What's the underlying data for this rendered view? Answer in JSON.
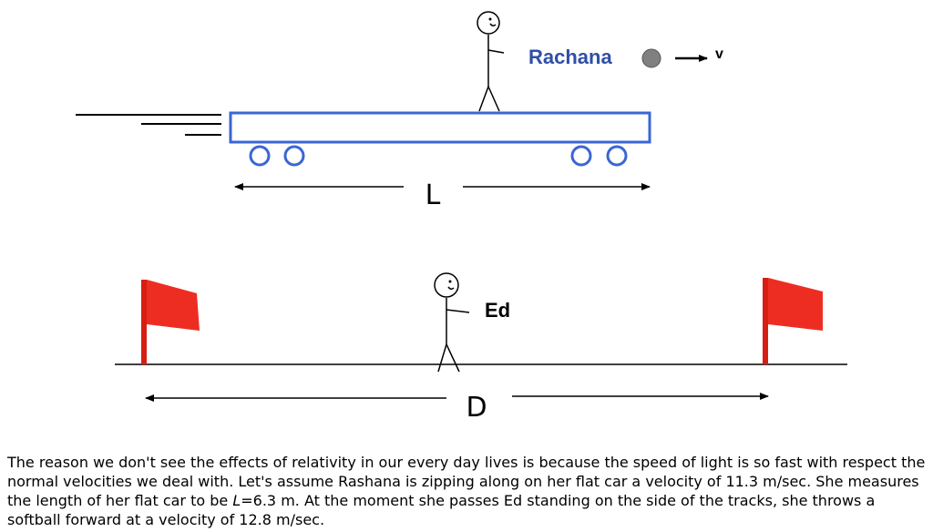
{
  "diagram": {
    "rider_label": "Rachana",
    "velocity_label": "v",
    "length_label": "L",
    "observer_label": "Ed",
    "distance_label": "D",
    "colors": {
      "car": "#3a66d4",
      "rider_label": "#2f4fa8",
      "flag": "#ee2d22",
      "flag_pole": "#d81e12",
      "ball": "#808080"
    }
  },
  "problem": {
    "text_part1": "The reason we don't see the effects of relativity in our every day lives is because the speed of light is so fast with respect the normal velocities we deal with. Let's assume Rashana is zipping along on her flat car a velocity of 11.3 m/sec. She measures the length of her flat car to be ",
    "var_L": "L",
    "text_part2": "=6.3 m. At the moment she passes Ed standing on the side of the tracks, she throws a softball forward at a velocity of 12.8 m/sec."
  }
}
